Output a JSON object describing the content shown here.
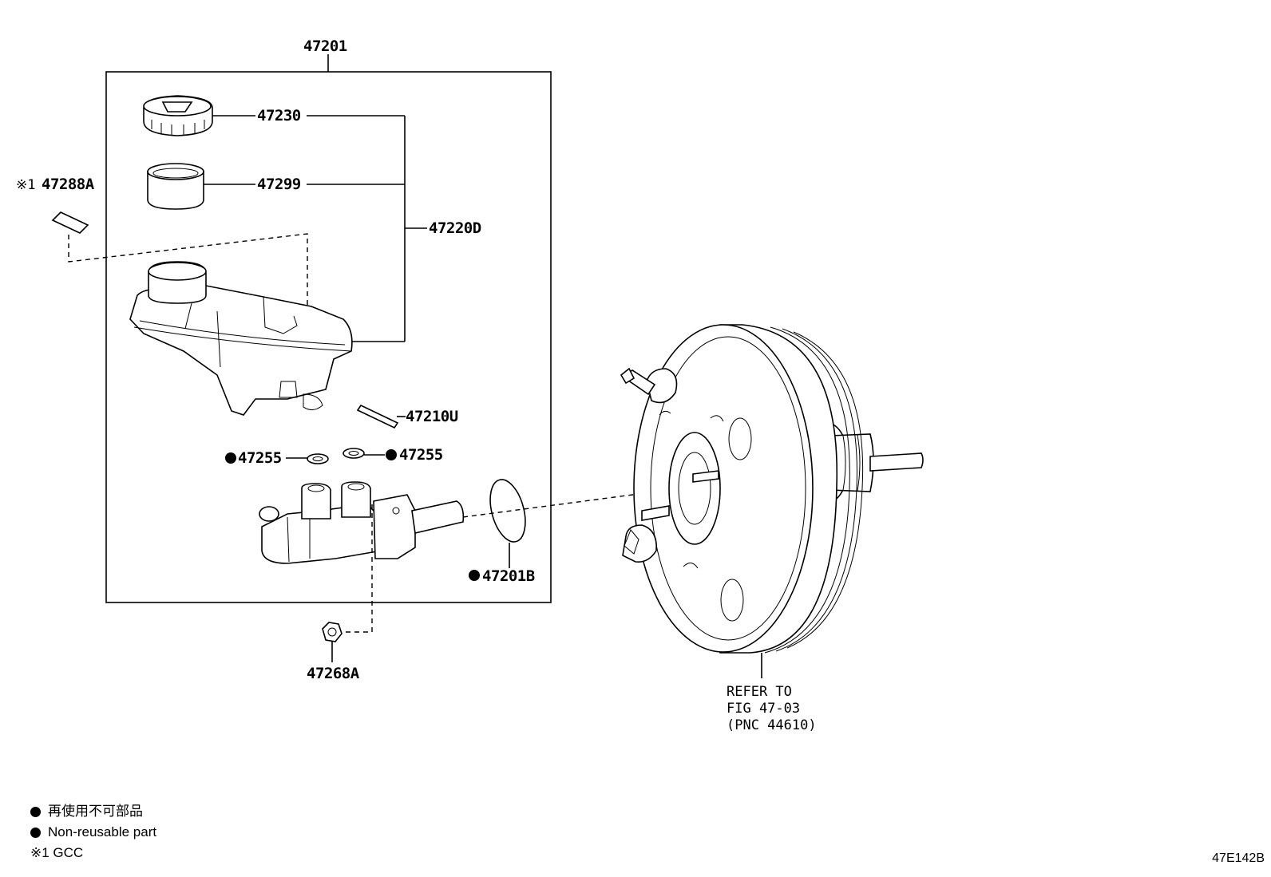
{
  "labels": {
    "assembly": "47201",
    "cap": "47230",
    "strainer": "47299",
    "reservoir_set": "47220D",
    "gcc_label": "47288A",
    "gcc_mark": "※1",
    "pin": "47210U",
    "grommet_left": "47255",
    "grommet_right": "47255",
    "o_ring": "47201B",
    "nut": "47268A"
  },
  "refer": {
    "line1": "REFER TO",
    "line2": "FIG 47-03",
    "line3": "(PNC 44610)"
  },
  "legend": {
    "jp": "再使用不可部品",
    "en": "Non-reusable part",
    "gcc": "※1 GCC"
  },
  "figure_id": "47E142B"
}
